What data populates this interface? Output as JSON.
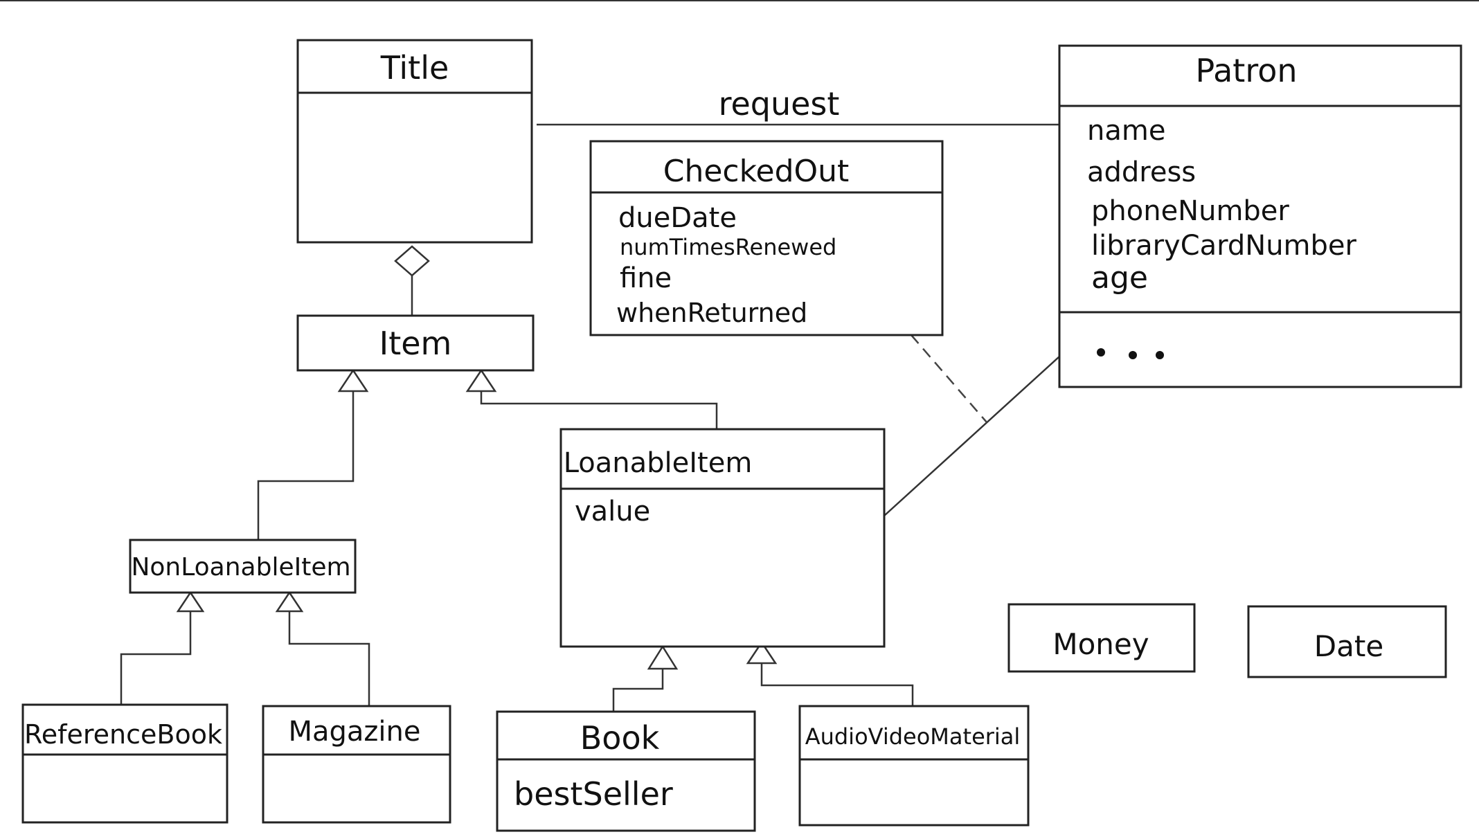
{
  "diagram": {
    "classes": {
      "title": {
        "name": "Title"
      },
      "patron": {
        "name": "Patron",
        "attributes": [
          "name",
          "address",
          "phoneNumber",
          "libraryCardNumber",
          "age"
        ],
        "operations": "..."
      },
      "checked_out": {
        "name": "CheckedOut",
        "attributes": [
          "dueDate",
          "numTimesRenewed",
          "fine",
          "whenReturned"
        ]
      },
      "item": {
        "name": "Item"
      },
      "loanable_item": {
        "name": "LoanableItem",
        "attributes": [
          "value"
        ]
      },
      "non_loanable_item": {
        "name": "NonLoanableItem"
      },
      "reference_book": {
        "name": "ReferenceBook"
      },
      "magazine": {
        "name": "Magazine"
      },
      "book": {
        "name": "Book",
        "attributes": [
          "bestSeller"
        ]
      },
      "audio_video_material": {
        "name": "AudioVideoMaterial"
      },
      "money": {
        "name": "Money"
      },
      "date": {
        "name": "Date"
      }
    },
    "associations": {
      "request_label": "request"
    }
  }
}
